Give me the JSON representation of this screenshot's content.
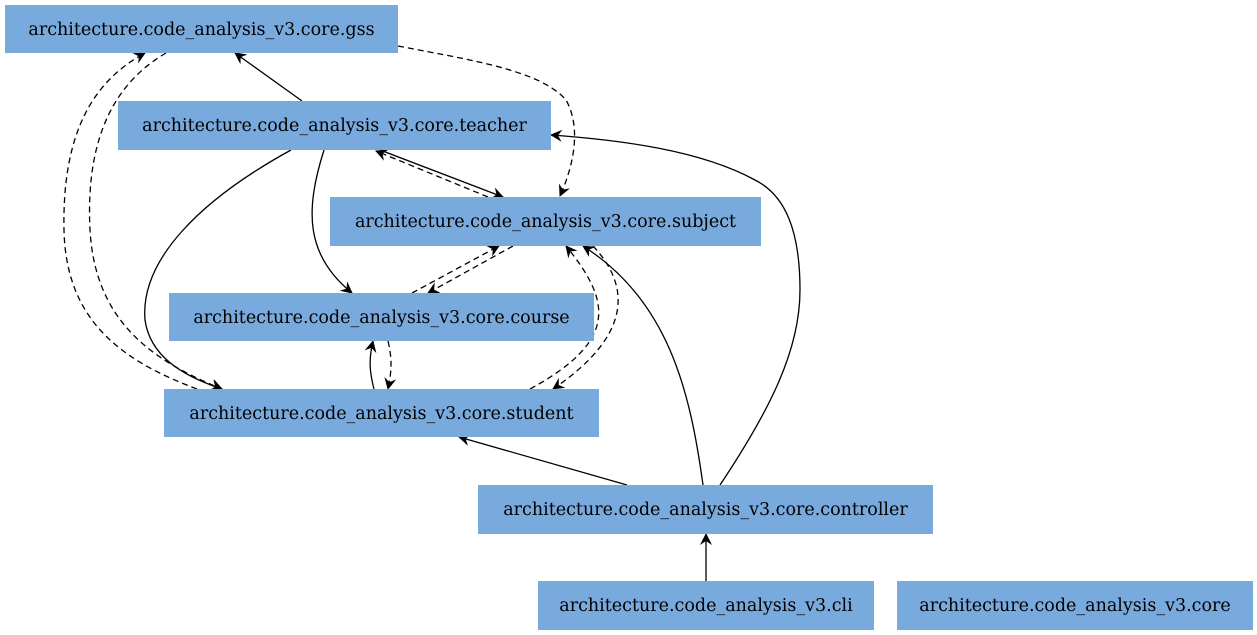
{
  "colors": {
    "node_fill": "#78aade",
    "edge": "#000000",
    "background": "#ffffff"
  },
  "nodes": [
    {
      "id": "gss",
      "label": "architecture.code_analysis_v3.core.gss"
    },
    {
      "id": "teacher",
      "label": "architecture.code_analysis_v3.core.teacher"
    },
    {
      "id": "subject",
      "label": "architecture.code_analysis_v3.core.subject"
    },
    {
      "id": "course",
      "label": "architecture.code_analysis_v3.core.course"
    },
    {
      "id": "student",
      "label": "architecture.code_analysis_v3.core.student"
    },
    {
      "id": "controller",
      "label": "architecture.code_analysis_v3.core.controller"
    },
    {
      "id": "cli",
      "label": "architecture.code_analysis_v3.cli"
    },
    {
      "id": "core",
      "label": "architecture.code_analysis_v3.core"
    }
  ],
  "edges": [
    {
      "from": "teacher",
      "to": "gss",
      "style": "solid"
    },
    {
      "from": "gss",
      "to": "subject",
      "style": "dashed"
    },
    {
      "from": "gss",
      "to": "student",
      "style": "dashed"
    },
    {
      "from": "student",
      "to": "gss",
      "style": "dashed"
    },
    {
      "from": "teacher",
      "to": "subject",
      "style": "solid"
    },
    {
      "from": "subject",
      "to": "teacher",
      "style": "dashed"
    },
    {
      "from": "teacher",
      "to": "course",
      "style": "solid"
    },
    {
      "from": "teacher",
      "to": "student",
      "style": "solid"
    },
    {
      "from": "subject",
      "to": "course",
      "style": "dashed"
    },
    {
      "from": "course",
      "to": "subject",
      "style": "dashed"
    },
    {
      "from": "subject",
      "to": "student",
      "style": "dashed"
    },
    {
      "from": "student",
      "to": "subject",
      "style": "dashed"
    },
    {
      "from": "student",
      "to": "course",
      "style": "solid"
    },
    {
      "from": "course",
      "to": "student",
      "style": "dashed"
    },
    {
      "from": "controller",
      "to": "student",
      "style": "solid"
    },
    {
      "from": "controller",
      "to": "subject",
      "style": "solid"
    },
    {
      "from": "controller",
      "to": "teacher",
      "style": "solid"
    },
    {
      "from": "cli",
      "to": "controller",
      "style": "solid"
    }
  ]
}
